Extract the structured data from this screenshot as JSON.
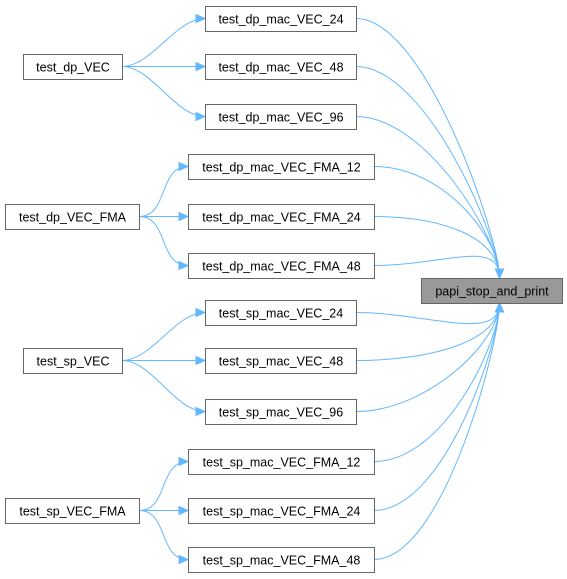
{
  "graph": {
    "nodes": [
      {
        "id": "test_dp_VEC",
        "label": "test_dp_VEC"
      },
      {
        "id": "test_dp_VEC_FMA",
        "label": "test_dp_VEC_FMA"
      },
      {
        "id": "test_sp_VEC",
        "label": "test_sp_VEC"
      },
      {
        "id": "test_sp_VEC_FMA",
        "label": "test_sp_VEC_FMA"
      },
      {
        "id": "test_dp_mac_VEC_24",
        "label": "test_dp_mac_VEC_24"
      },
      {
        "id": "test_dp_mac_VEC_48",
        "label": "test_dp_mac_VEC_48"
      },
      {
        "id": "test_dp_mac_VEC_96",
        "label": "test_dp_mac_VEC_96"
      },
      {
        "id": "test_dp_mac_VEC_FMA_12",
        "label": "test_dp_mac_VEC_FMA_12"
      },
      {
        "id": "test_dp_mac_VEC_FMA_24",
        "label": "test_dp_mac_VEC_FMA_24"
      },
      {
        "id": "test_dp_mac_VEC_FMA_48",
        "label": "test_dp_mac_VEC_FMA_48"
      },
      {
        "id": "test_sp_mac_VEC_24",
        "label": "test_sp_mac_VEC_24"
      },
      {
        "id": "test_sp_mac_VEC_48",
        "label": "test_sp_mac_VEC_48"
      },
      {
        "id": "test_sp_mac_VEC_96",
        "label": "test_sp_mac_VEC_96"
      },
      {
        "id": "test_sp_mac_VEC_FMA_12",
        "label": "test_sp_mac_VEC_FMA_12"
      },
      {
        "id": "test_sp_mac_VEC_FMA_24",
        "label": "test_sp_mac_VEC_FMA_24"
      },
      {
        "id": "test_sp_mac_VEC_FMA_48",
        "label": "test_sp_mac_VEC_FMA_48"
      },
      {
        "id": "papi_stop_and_print",
        "label": "papi_stop_and_print",
        "highlighted": true
      }
    ],
    "edges": [
      {
        "from": "test_dp_VEC",
        "to": "test_dp_mac_VEC_24"
      },
      {
        "from": "test_dp_VEC",
        "to": "test_dp_mac_VEC_48"
      },
      {
        "from": "test_dp_VEC",
        "to": "test_dp_mac_VEC_96"
      },
      {
        "from": "test_dp_VEC_FMA",
        "to": "test_dp_mac_VEC_FMA_12"
      },
      {
        "from": "test_dp_VEC_FMA",
        "to": "test_dp_mac_VEC_FMA_24"
      },
      {
        "from": "test_dp_VEC_FMA",
        "to": "test_dp_mac_VEC_FMA_48"
      },
      {
        "from": "test_sp_VEC",
        "to": "test_sp_mac_VEC_24"
      },
      {
        "from": "test_sp_VEC",
        "to": "test_sp_mac_VEC_48"
      },
      {
        "from": "test_sp_VEC",
        "to": "test_sp_mac_VEC_96"
      },
      {
        "from": "test_sp_VEC_FMA",
        "to": "test_sp_mac_VEC_FMA_12"
      },
      {
        "from": "test_sp_VEC_FMA",
        "to": "test_sp_mac_VEC_FMA_24"
      },
      {
        "from": "test_sp_VEC_FMA",
        "to": "test_sp_mac_VEC_FMA_48"
      },
      {
        "from": "test_dp_mac_VEC_24",
        "to": "papi_stop_and_print"
      },
      {
        "from": "test_dp_mac_VEC_48",
        "to": "papi_stop_and_print"
      },
      {
        "from": "test_dp_mac_VEC_96",
        "to": "papi_stop_and_print"
      },
      {
        "from": "test_dp_mac_VEC_FMA_12",
        "to": "papi_stop_and_print"
      },
      {
        "from": "test_dp_mac_VEC_FMA_24",
        "to": "papi_stop_and_print"
      },
      {
        "from": "test_dp_mac_VEC_FMA_48",
        "to": "papi_stop_and_print"
      },
      {
        "from": "test_sp_mac_VEC_24",
        "to": "papi_stop_and_print"
      },
      {
        "from": "test_sp_mac_VEC_48",
        "to": "papi_stop_and_print"
      },
      {
        "from": "test_sp_mac_VEC_96",
        "to": "papi_stop_and_print"
      },
      {
        "from": "test_sp_mac_VEC_FMA_12",
        "to": "papi_stop_and_print"
      },
      {
        "from": "test_sp_mac_VEC_FMA_24",
        "to": "papi_stop_and_print"
      },
      {
        "from": "test_sp_mac_VEC_FMA_48",
        "to": "papi_stop_and_print"
      }
    ],
    "colors": {
      "edge": "#63b8ff",
      "node_border": "#666666",
      "node_fill": "#ffffff",
      "highlight_fill": "#999999"
    }
  }
}
